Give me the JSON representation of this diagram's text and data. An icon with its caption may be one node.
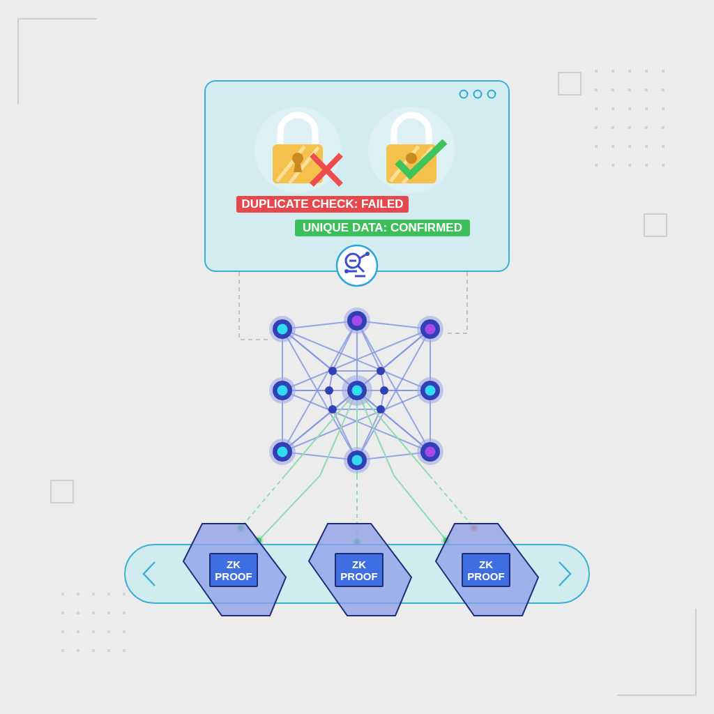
{
  "diagram": {
    "nodes": [
      {
        "text": [],
        "shape": "box"
      },
      {
        "text": [
          "DUPLICATE CHECK: FAILED"
        ],
        "in": 0
      },
      {
        "text": [
          "UNIQUE DATA: CONFIRMED"
        ],
        "in": 0
      },
      {
        "text": [],
        "shape": "picture"
      },
      {
        "text": [],
        "shape": "bar"
      },
      {
        "text": [
          "ZK PROOF"
        ]
      },
      {
        "text": [
          "ZK PROOF"
        ]
      },
      {
        "text": [
          "ZK PROOF"
        ]
      }
    ],
    "edges": [
      {
        "from": 0,
        "to": 3,
        "arrow": "none",
        "style": "dashed",
        "color": "#c2c2c2"
      },
      {
        "from": 0,
        "to": 3,
        "arrow": "none",
        "style": "dashed",
        "color": "#c2c2c2"
      },
      {
        "from": 3,
        "to": 5,
        "arrow": "other",
        "style": "dashed"
      },
      {
        "from": 3,
        "to": 5,
        "arrow": "other"
      },
      {
        "from": 3,
        "to": 6,
        "arrow": "other",
        "style": "dashed"
      },
      {
        "from": 3,
        "to": 7,
        "arrow": "other"
      },
      {
        "from": 3,
        "to": 7,
        "arrow": "other",
        "style": "dashed"
      }
    ]
  }
}
